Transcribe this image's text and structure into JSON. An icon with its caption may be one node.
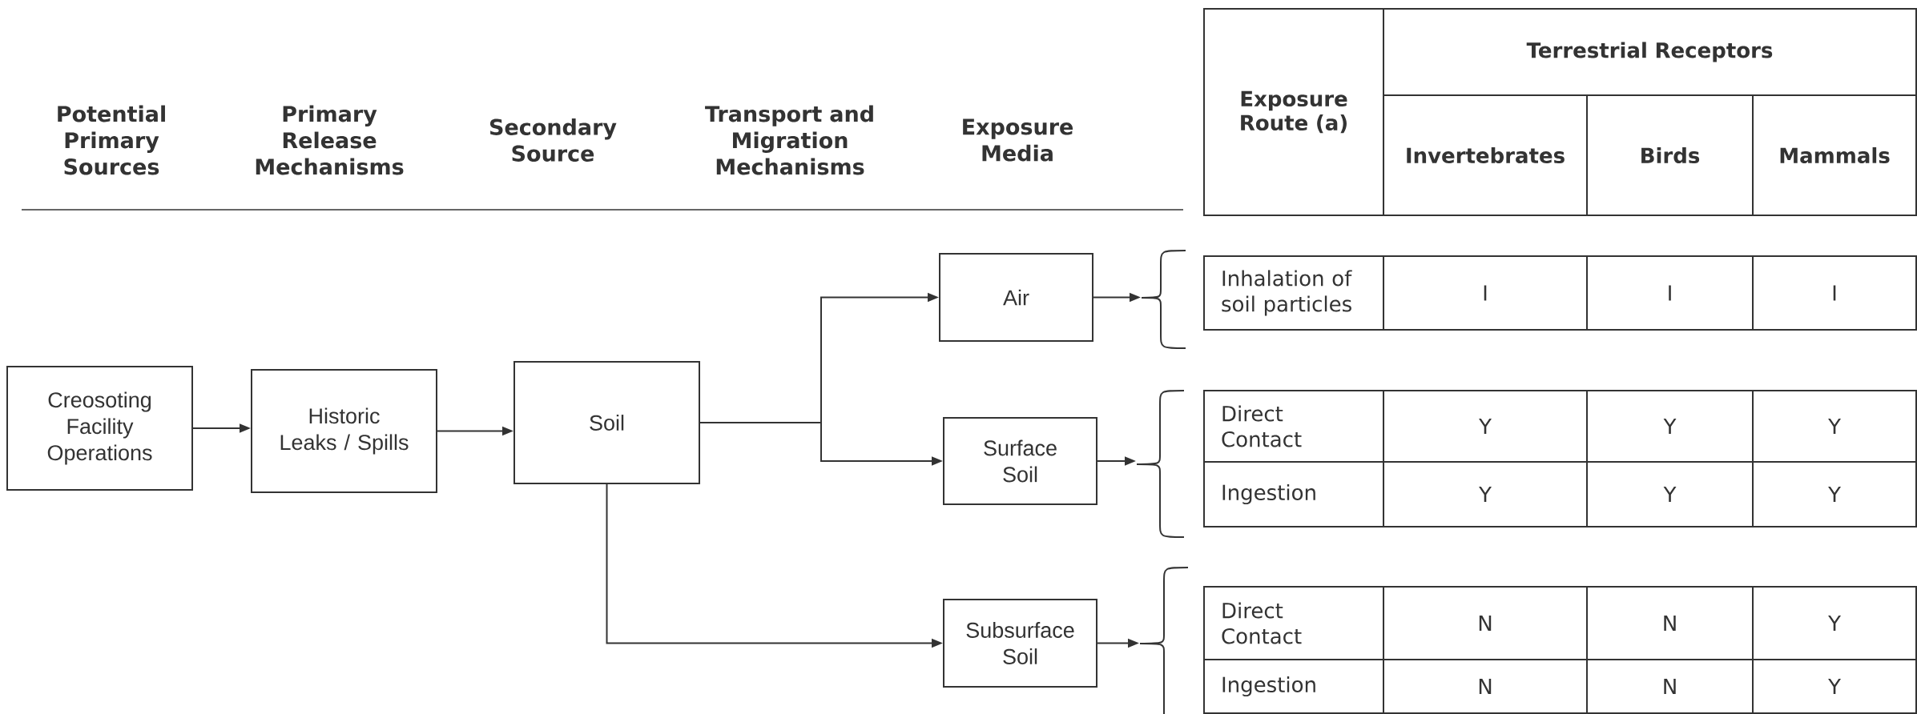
{
  "diagram": {
    "nodes": [
      {
        "text": [
          "Creosoting Facility Operations"
        ]
      },
      {
        "text": [
          "Historic Leaks / Spills"
        ]
      },
      {
        "text": [
          "Soil"
        ]
      },
      {
        "text": [
          "Air"
        ]
      },
      {
        "text": [
          "Surface Soil"
        ]
      },
      {
        "text": [
          "Subsurface Soil"
        ]
      },
      {
        "text": [],
        "shape": "bracket"
      },
      {
        "text": [],
        "shape": "bracket"
      },
      {
        "text": [],
        "shape": "bracket"
      }
    ],
    "edges": [
      {
        "from": 0,
        "to": 1,
        "arrow": "to"
      },
      {
        "from": 1,
        "to": 2,
        "arrow": "to"
      },
      {
        "from": 2,
        "to": 3,
        "arrow": "to"
      },
      {
        "from": 2,
        "to": 4,
        "arrow": "to"
      },
      {
        "from": 2,
        "to": 5,
        "arrow": "to"
      },
      {
        "from": 3,
        "to": 6,
        "arrow": "to"
      },
      {
        "from": 4,
        "to": 7,
        "arrow": "to"
      },
      {
        "from": 5,
        "to": 8,
        "arrow": "to"
      }
    ],
    "labels": [
      "Potential Primary Sources",
      "Primary Release Mechanisms",
      "Secondary Source",
      "Transport and Migration Mechanisms",
      "Exposure Media",
      "Exposure Route (a)",
      "Terrestrial Receptors",
      "Invertebrates",
      "Birds",
      "Mammals",
      "Inhalation of soil particles",
      "I",
      "I",
      "I",
      "Direct Contact",
      "Y",
      "Y",
      "Y",
      "Ingestion",
      "Y",
      "Y",
      "Y",
      "Direct Contact",
      "N",
      "N",
      "Y",
      "Ingestion",
      "N",
      "N",
      "Y"
    ]
  }
}
